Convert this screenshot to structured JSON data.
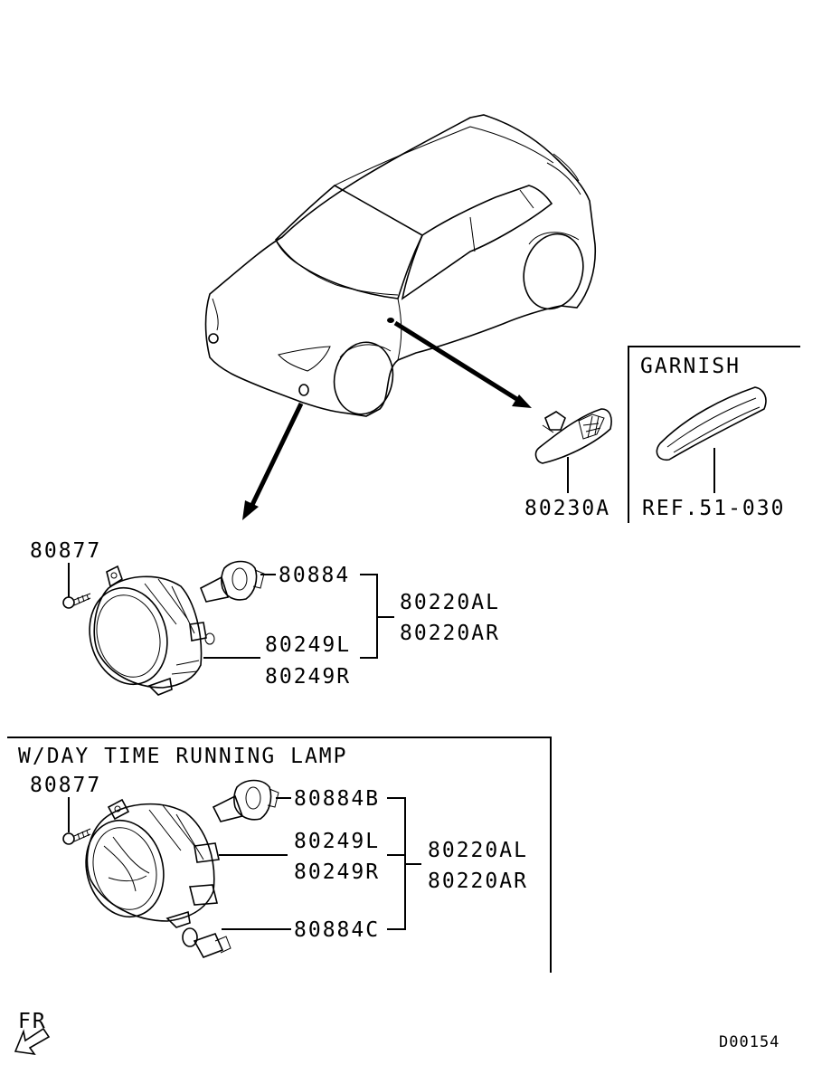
{
  "labels": {
    "part_80877_a": "80877",
    "part_80884": "80884",
    "part_80220AL_a": "80220AL",
    "part_80220AR_a": "80220AR",
    "part_80249L_a": "80249L",
    "part_80249R_a": "80249R",
    "part_80230A": "80230A",
    "garnish_title": "GARNISH",
    "garnish_ref": "REF.51-030",
    "drl_title": "W/DAY TIME RUNNING LAMP",
    "part_80877_b": "80877",
    "part_80884B": "80884B",
    "part_80249L_b": "80249L",
    "part_80249R_b": "80249R",
    "part_80220AL_b": "80220AL",
    "part_80220AR_b": "80220AR",
    "part_80884C": "80884C",
    "direction": "FR",
    "diagram_code": "D00154"
  }
}
